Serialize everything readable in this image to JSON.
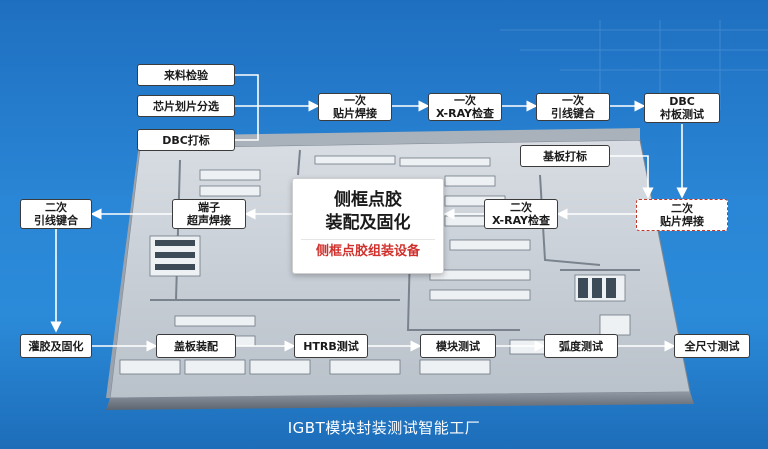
{
  "caption": "IGBT模块封装测试智能工厂",
  "callout": {
    "main": "侧框点胶\n装配及固化",
    "sub": "侧框点胶组装设备"
  },
  "steps": {
    "incoming": "来料检验",
    "dicing": "芯片划片分选",
    "dbc_mark": "DBC打标",
    "solder1": "一次\n贴片焊接",
    "xray1": "一次\nX-RAY检查",
    "bond1": "一次\n引线键合",
    "dbc_test": "DBC\n衬板测试",
    "base_mark": "基板打标",
    "solder2": "二次\n贴片焊接",
    "xray2": "二次\nX-RAY检查",
    "terminal": "端子\n超声焊接",
    "bond2": "二次\n引线键合",
    "potting": "灌胶及固化",
    "cover": "盖板装配",
    "htrb": "HTRB测试",
    "module_test": "模块测试",
    "arc_test": "弧度测试",
    "full_size": "全尺寸测试"
  },
  "colors": {
    "accent": "#c0392b",
    "bg": "#2a86d6"
  }
}
